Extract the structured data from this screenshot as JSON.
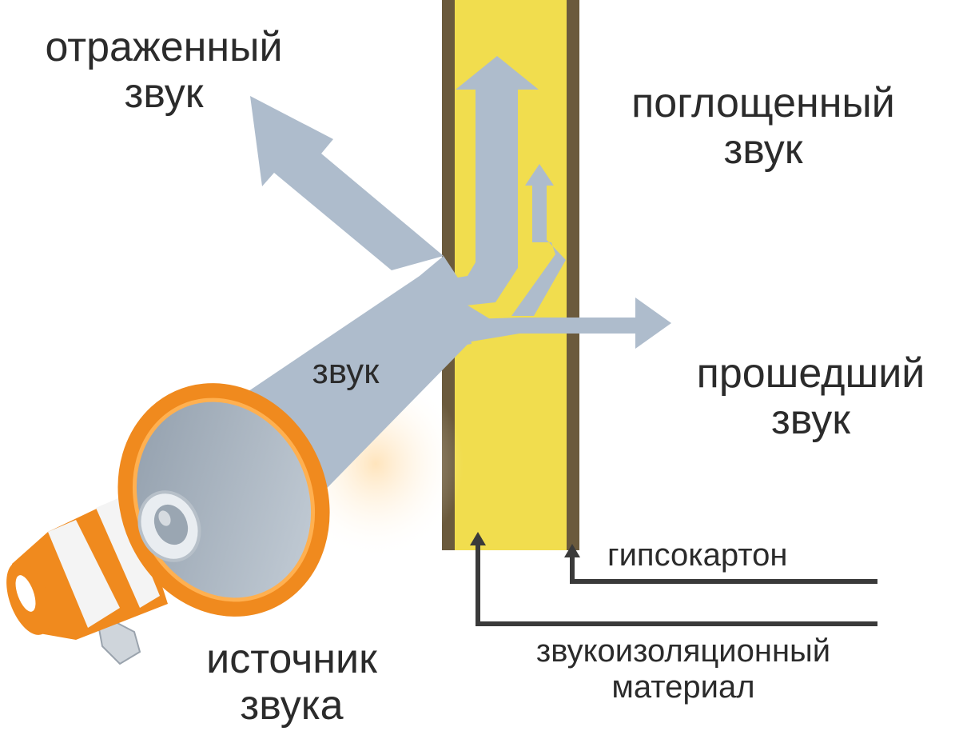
{
  "labels": {
    "reflected": [
      "отраженный",
      "звук"
    ],
    "absorbed": [
      "поглощенный",
      "звук"
    ],
    "transmitted": [
      "прошедший",
      "звук"
    ],
    "sound": "звук",
    "source": [
      "источник",
      "звука"
    ],
    "drywall": "гипсокартон",
    "insulation": [
      "звукоизоляционный",
      "материал"
    ]
  },
  "colors": {
    "wall_fill": "#f1dd4e",
    "wall_border": "#6b5a3c",
    "arrow": "#aebccc",
    "megaphone_orange": "#f08a1e",
    "megaphone_white": "#f4f4f4",
    "text": "#2b2b2b",
    "pointer_line": "#3a3a3a"
  },
  "icons": [
    "megaphone-icon"
  ]
}
